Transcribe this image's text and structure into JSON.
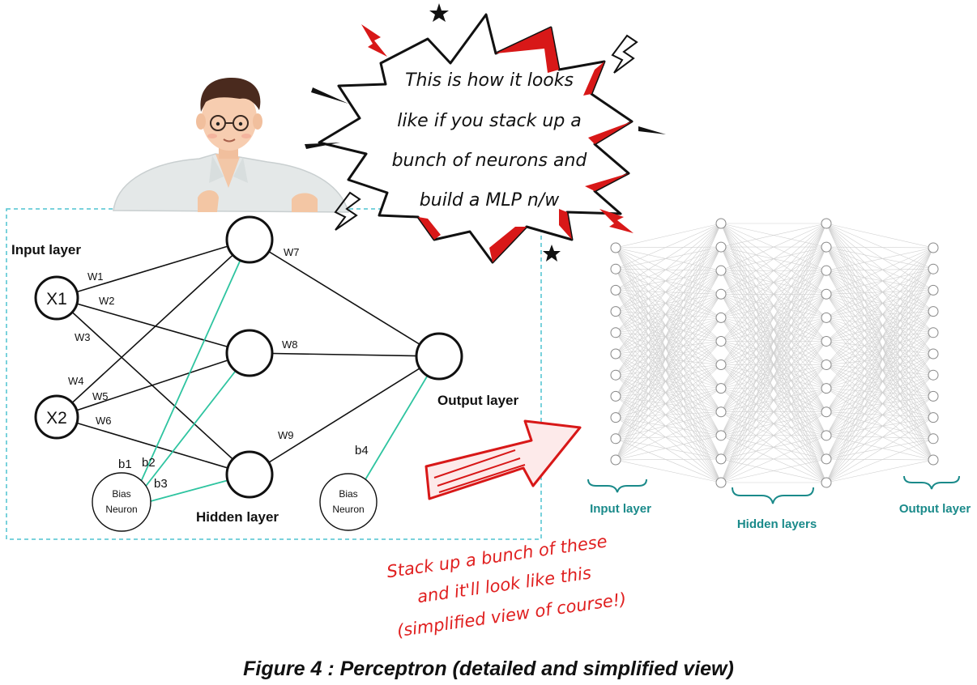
{
  "speech_bubble": {
    "lines": [
      "This is how it looks",
      "like if you stack up a",
      "bunch of neurons and",
      "build a MLP n/w"
    ]
  },
  "left_diagram": {
    "input_layer_label": "Input layer",
    "hidden_layer_label": "Hidden layer",
    "output_layer_label": "Output layer",
    "inputs": [
      "X1",
      "X2"
    ],
    "weights": [
      "W1",
      "W2",
      "W3",
      "W4",
      "W5",
      "W6",
      "W7",
      "W8",
      "W9"
    ],
    "biases": [
      "b1",
      "b2",
      "b3",
      "b4"
    ],
    "bias_neuron_line1": "Bias",
    "bias_neuron_line2": "Neuron"
  },
  "right_diagram": {
    "input_layer_label": "Input layer",
    "hidden_layers_label": "Hidden layers",
    "output_layer_label": "Output layer",
    "accent_color": "#1a8a8a"
  },
  "annotation": {
    "lines": [
      "Stack up a bunch of these",
      "and it'll look like this",
      "(simplified view of course!)"
    ],
    "color": "#e02020"
  },
  "caption": "Figure 4 : Perceptron (detailed and simplified view)"
}
